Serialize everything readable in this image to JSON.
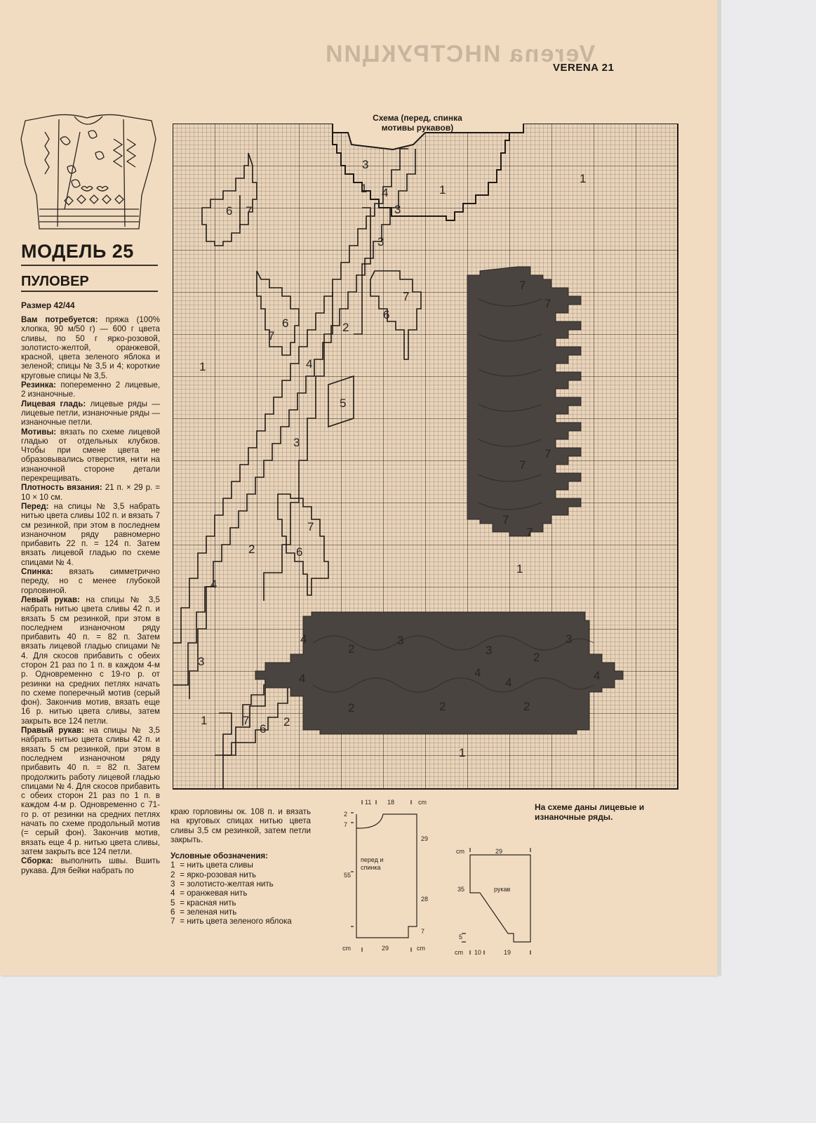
{
  "header": {
    "magazine_label": "VERENA 21",
    "bleed_text": "Verena ИНСТРУКЦИИ"
  },
  "article": {
    "model_title": "МОДЕЛЬ 25",
    "garment": "ПУЛОВЕР",
    "size": "Размер 42/44",
    "paragraphs": [
      {
        "label": "Вам потребуется:",
        "text": "пряжа (100% хлопка, 90 м/50 г) — 600 г цвета сливы, по 50 г ярко-розовой, золотисто-желтой, оранжевой, красной, цвета зеленого яблока и зеленой; спицы № 3,5 и 4; короткие круговые спицы № 3,5."
      },
      {
        "label": "Резинка:",
        "text": "попеременно 2 лицевые, 2 изнаночные."
      },
      {
        "label": "Лицевая гладь:",
        "text": "лицевые ряды — лицевые петли, изнаночные ряды — изнаночные петли."
      },
      {
        "label": "Мотивы:",
        "text": "вязать по схеме лицевой гладью от отдельных клубков. Чтобы при смене цвета не образовывались отверстия, нити на изнаночной стороне детали перекрещивать."
      },
      {
        "label": "Плотность вязания:",
        "text": "21 п. × 29 р. = 10 × 10 см."
      },
      {
        "label": "Перед:",
        "text": "на спицы № 3,5 набрать нитью цвета сливы 102 п. и вязать 7 см резинкой, при этом в последнем изнаночном ряду равномерно прибавить 22 п. = 124 п. Затем вязать лицевой гладью по схеме спицами № 4."
      },
      {
        "label": "Спинка:",
        "text": "вязать симметрично переду, но с менее глубокой горловиной."
      },
      {
        "label": "Левый рукав:",
        "text": "на спицы № 3,5 набрать нитью цвета сливы 42 п. и вязать 5 см резинкой, при этом в последнем изнаночном ряду прибавить 40 п. = 82 п. Затем вязать лицевой гладью спицами № 4. Для скосов прибавить с обеих сторон 21 раз по 1 п. в каждом 4-м р. Одновременно с 19-го р. от резинки на средних петлях начать по схеме поперечный мотив (серый фон). Закончив мотив, вязать еще 16 р. нитью цвета сливы, затем закрыть все 124 петли."
      },
      {
        "label": "Правый рукав:",
        "text": "на спицы № 3,5 набрать нитью цвета сливы 42 п. и вязать 5 см резинкой, при этом в последнем изнаночном ряду прибавить 40 п. = 82 п. Затем продолжить работу лицевой гладью спицами № 4. Для скосов прибавить с обеих сторон 21 раз по 1 п. в каждом 4-м р. Одновременно с 71-го р. от резинки на средних петлях начать по схеме продольный мотив (= серый фон). Закончив мотив, вязать еще 4 р. нитью цвета сливы, затем закрыть все 124 петли."
      },
      {
        "label": "Сборка:",
        "text": "выполнить швы. Вшить рукава. Для бейки набрать по"
      }
    ],
    "continuation": "краю горловины ок. 108 п. и вязать на круговых спицах нитью цвета сливы 3,5 см резинкой, затем петли закрыть.",
    "legend_title": "Условные обозначения:",
    "legend": [
      {
        "n": "1",
        "text": "= нить цвета сливы"
      },
      {
        "n": "2",
        "text": "= ярко-розовая нить"
      },
      {
        "n": "3",
        "text": "= золотисто-желтая нить"
      },
      {
        "n": "4",
        "text": "= оранжевая нить"
      },
      {
        "n": "5",
        "text": "= красная нить"
      },
      {
        "n": "6",
        "text": "= зеленая нить"
      },
      {
        "n": "7",
        "text": "= нить цвета зеленого яблока"
      }
    ],
    "chart_note": "На схеме даны лицевые и изнаночные ряды."
  },
  "chart": {
    "title": "Схема (перед, спинка мотивы рукавов)",
    "labels": [
      "1",
      "1",
      "1",
      "1",
      "1",
      "1",
      "1",
      "2",
      "2",
      "2",
      "2",
      "2",
      "2",
      "2",
      "2",
      "3",
      "3",
      "3",
      "3",
      "3",
      "3",
      "3",
      "3",
      "4",
      "4",
      "4",
      "4",
      "4",
      "4",
      "4",
      "4",
      "5",
      "6",
      "6",
      "6",
      "6",
      "6",
      "7",
      "7",
      "7",
      "7",
      "7",
      "7",
      "7",
      "7",
      "7",
      "7",
      "7"
    ]
  },
  "patterns": {
    "front": {
      "top_dims": [
        "11",
        "18",
        "cm"
      ],
      "side_dims": [
        "2",
        "7",
        "29",
        "55",
        "28",
        "7"
      ],
      "label": "перед и спинка",
      "bottom_dims": [
        "cm",
        "29",
        "cm"
      ]
    },
    "sleeve": {
      "top_dims": [
        "cm",
        "29"
      ],
      "side_dims": [
        "35",
        "5"
      ],
      "label": "рукав",
      "bottom_dims": [
        "cm",
        "10",
        "19"
      ]
    }
  },
  "colors": {
    "paper": "#f2dcc1",
    "ink": "#1e1a16",
    "motif_fill": "#4a4440",
    "background": "#ebebed"
  }
}
